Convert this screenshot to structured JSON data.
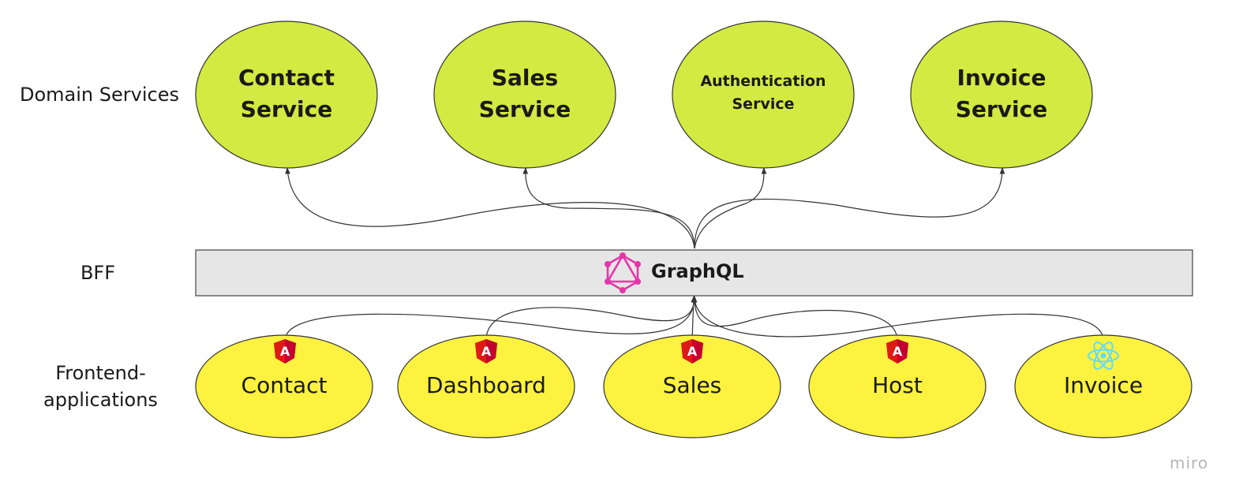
{
  "row_labels": {
    "domain": "Domain Services",
    "bff": "BFF",
    "frontend_line1": "Frontend-",
    "frontend_line2": "applications"
  },
  "services": [
    {
      "line1": "Contact",
      "line2": "Service"
    },
    {
      "line1": "Sales",
      "line2": "Service"
    },
    {
      "line1": "Authentication",
      "line2": "Service"
    },
    {
      "line1": "Invoice",
      "line2": "Service"
    }
  ],
  "bff": {
    "label": "GraphQL",
    "icon": "graphql-icon"
  },
  "apps": [
    {
      "label": "Contact",
      "framework": "angular-icon"
    },
    {
      "label": "Dashboard",
      "framework": "angular-icon"
    },
    {
      "label": "Sales",
      "framework": "angular-icon"
    },
    {
      "label": "Host",
      "framework": "angular-icon"
    },
    {
      "label": "Invoice",
      "framework": "react-icon"
    }
  ],
  "colors": {
    "service_fill": "#d2ea42",
    "app_fill": "#fcf23f",
    "bff_fill": "#e6e6e6",
    "graphql": "#e535ab",
    "angular": "#dd1b16",
    "react": "#61dafb"
  },
  "watermark": "miro"
}
